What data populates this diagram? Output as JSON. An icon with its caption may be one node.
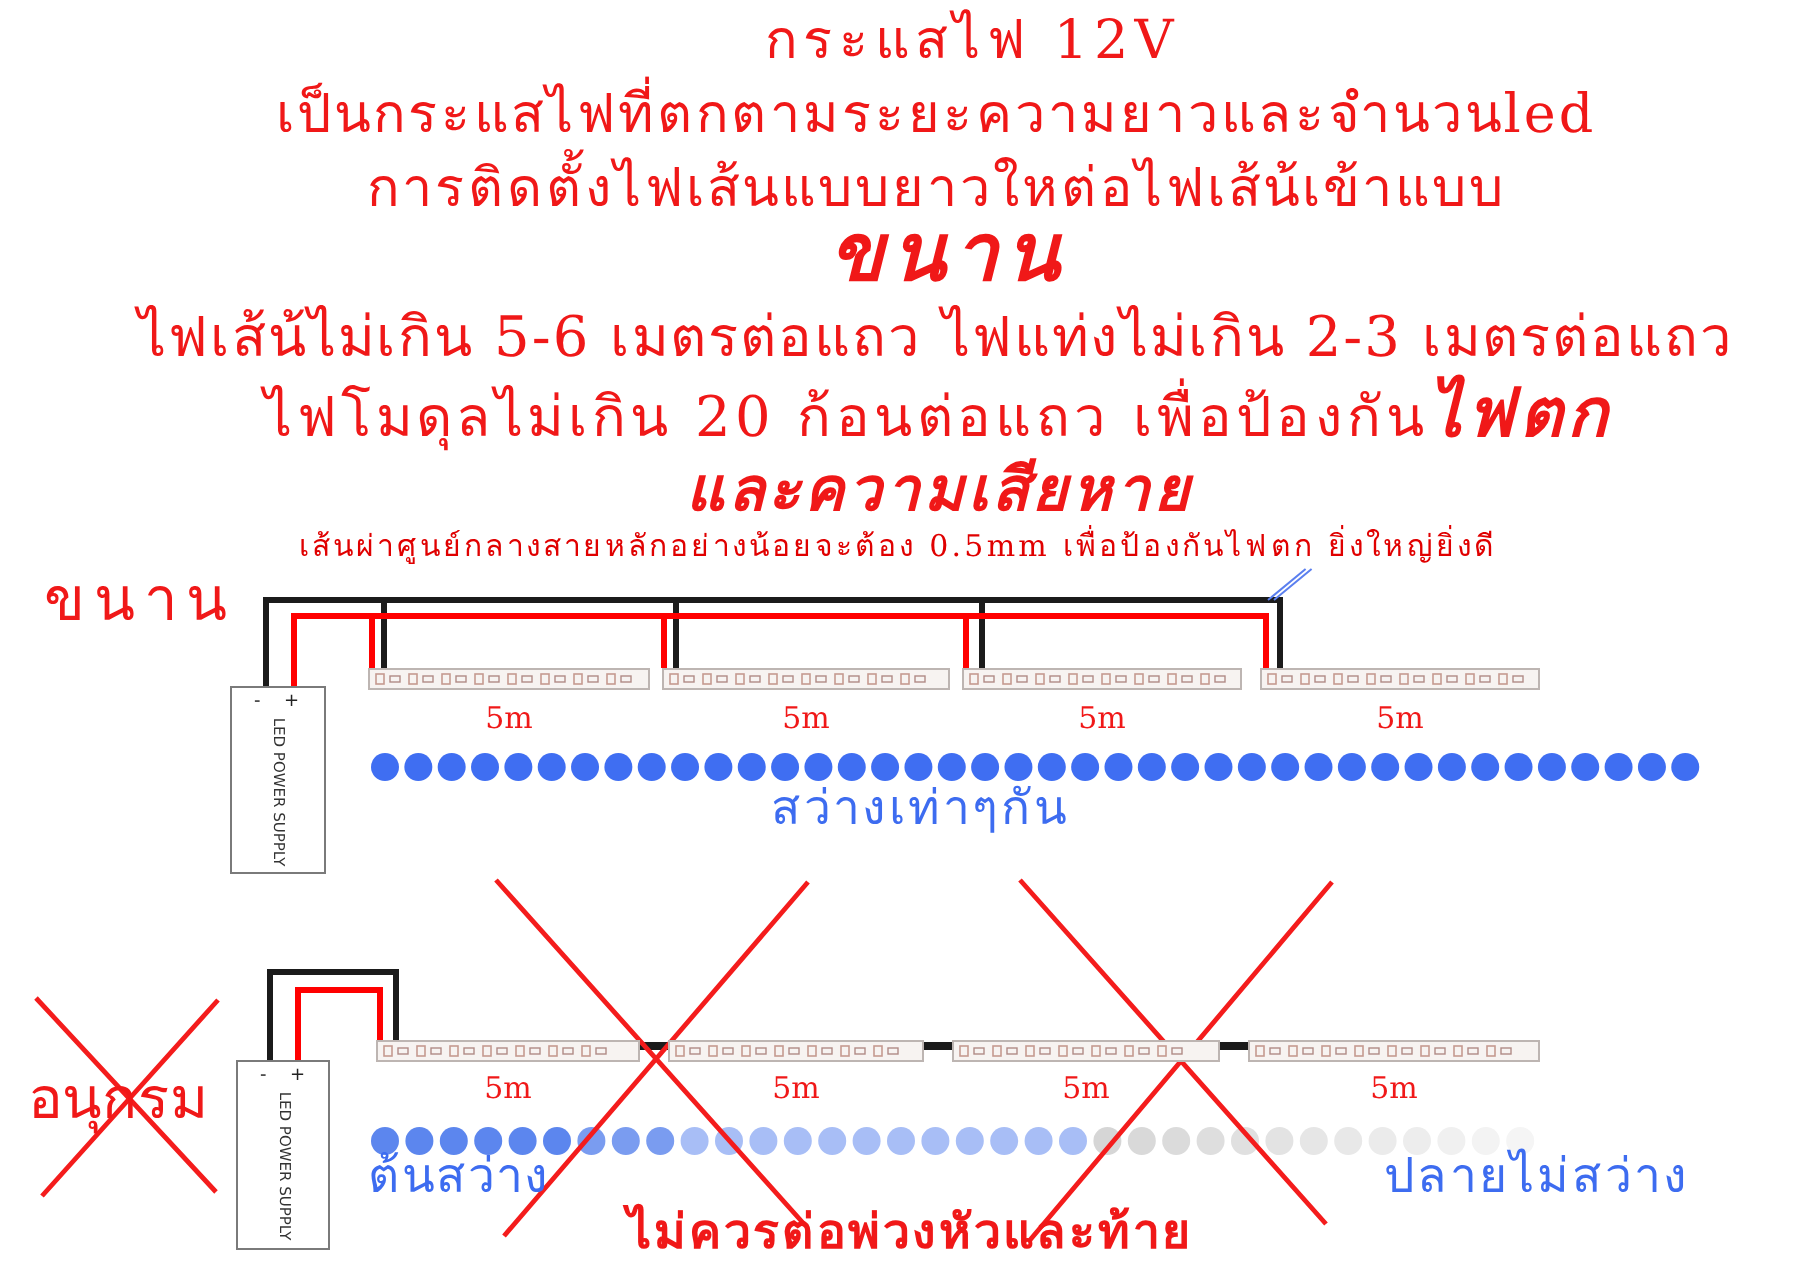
{
  "diagram": {
    "title": "กระแสไฟ 12V",
    "nodes": [
      {
        "text": [
          "เส้นผ่าศูนย์กลางสายหลักอย่างน้อยจะต้อง 0.5mm เพื่อป้องกันไฟตก ยิ่งใหญ่ยิ่งดี"
        ]
      },
      {
        "text": [
          "-",
          "+",
          "LED POWER SUPPLY"
        ]
      },
      {
        "text": [],
        "shape": "bar",
        "beside": [
          "5m"
        ]
      },
      {
        "text": [],
        "shape": "bar",
        "beside": [
          "5m"
        ]
      },
      {
        "text": [],
        "shape": "bar",
        "beside": [
          "5m"
        ]
      },
      {
        "text": [],
        "shape": "bar",
        "beside": [
          "5m"
        ]
      },
      {
        "text": [
          "-",
          "+",
          "LED POWER SUPPLY"
        ]
      },
      {
        "text": [],
        "shape": "bar",
        "beside": [
          "5m"
        ]
      },
      {
        "text": [],
        "shape": "bar",
        "beside": [
          "5m"
        ]
      },
      {
        "text": [],
        "shape": "bar",
        "beside": [
          "5m"
        ]
      },
      {
        "text": [],
        "shape": "bar",
        "beside": [
          "5m"
        ]
      }
    ],
    "edges": [
      {
        "from": 1,
        "to": 2,
        "arrow": "none",
        "color": "#ff0000"
      },
      {
        "from": 1,
        "to": 2,
        "arrow": "none"
      },
      {
        "from": 1,
        "to": 3,
        "arrow": "none",
        "color": "#ff0000"
      },
      {
        "from": 1,
        "to": 3,
        "arrow": "none"
      },
      {
        "from": 1,
        "to": 4,
        "arrow": "none",
        "color": "#ff0000"
      },
      {
        "from": 1,
        "to": 4,
        "arrow": "none"
      },
      {
        "from": 1,
        "to": 5,
        "arrow": "none",
        "color": "#ff0000"
      },
      {
        "from": 1,
        "to": 5,
        "arrow": "none"
      },
      {
        "from": 6,
        "to": 7,
        "arrow": "none",
        "color": "#ff0000"
      },
      {
        "from": 6,
        "to": 7,
        "arrow": "none"
      },
      {
        "from": 7,
        "to": 8,
        "arrow": "none"
      },
      {
        "from": 8,
        "to": 9,
        "arrow": "none"
      },
      {
        "from": 9,
        "to": 10,
        "arrow": "none"
      },
      {
        "from": 0,
        "to": null,
        "arrow": "none",
        "color": "#5b7fef"
      }
    ],
    "labels": [
      "เป็นกระแสไฟที่ตกตามระยะความยาวและจำนวนled",
      "การติดตั้งไฟเส้นแบบยาวใหต่อไฟเส้น้เข้าแบบ",
      "ขนาน",
      "ไฟเส้น้ไม่เกิน 5-6 เมตรต่อแถว ไฟแท่งไม่เกิน 2-3 เมตรต่อแถว",
      "ไฟโมดุลไม่เกิน 20 ก้อนต่อแถว เพื่อป้องกัน**ไฟตก**",
      "และความเสียหาย",
      "ขนาน",
      "สว่างเท่าๆกัน",
      "อนุกรม",
      "ต้นสว่าง",
      "ปลายไม่สว่าง",
      "ไม่ควรต่อพ่วงหัวและท้าย"
    ]
  }
}
